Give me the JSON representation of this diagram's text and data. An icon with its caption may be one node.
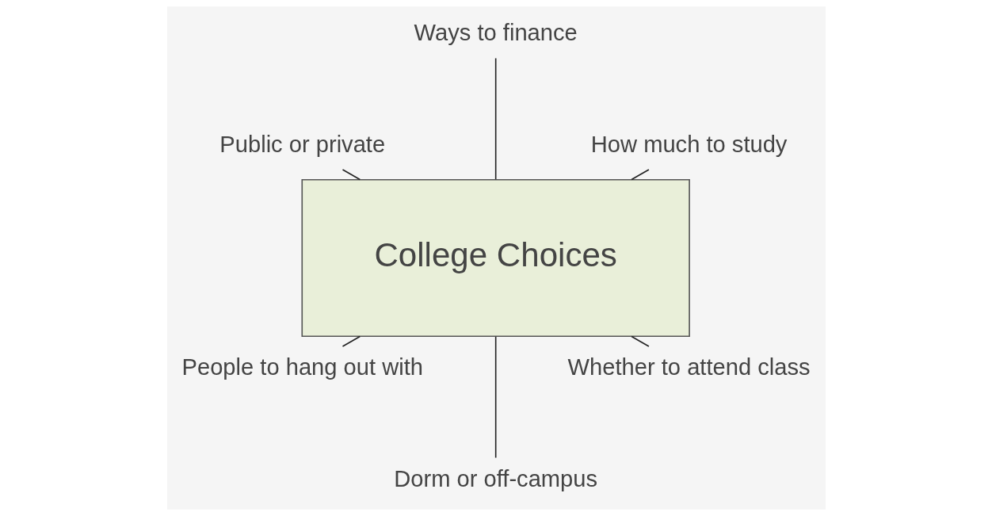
{
  "diagram": {
    "nodes": [
      {
        "text": [
          "How much to study"
        ]
      },
      {
        "text": [
          "Ways to finance"
        ]
      },
      {
        "text": [
          "Public or private"
        ]
      },
      {
        "text": [
          "College Choices"
        ]
      },
      {
        "text": [
          "People to hang out with"
        ]
      },
      {
        "text": [
          "Dorm or off-campus"
        ]
      },
      {
        "text": [
          "Whether to attend class"
        ]
      }
    ],
    "edges": [
      {
        "from": 3,
        "to": 0,
        "arrow": "none"
      },
      {
        "from": 3,
        "to": 1,
        "arrow": "none"
      },
      {
        "from": 3,
        "to": 2,
        "arrow": "none"
      },
      {
        "from": 3,
        "to": 4,
        "arrow": "none"
      },
      {
        "from": 3,
        "to": 5,
        "arrow": "none"
      },
      {
        "from": 3,
        "to": 6,
        "arrow": "none"
      }
    ]
  }
}
